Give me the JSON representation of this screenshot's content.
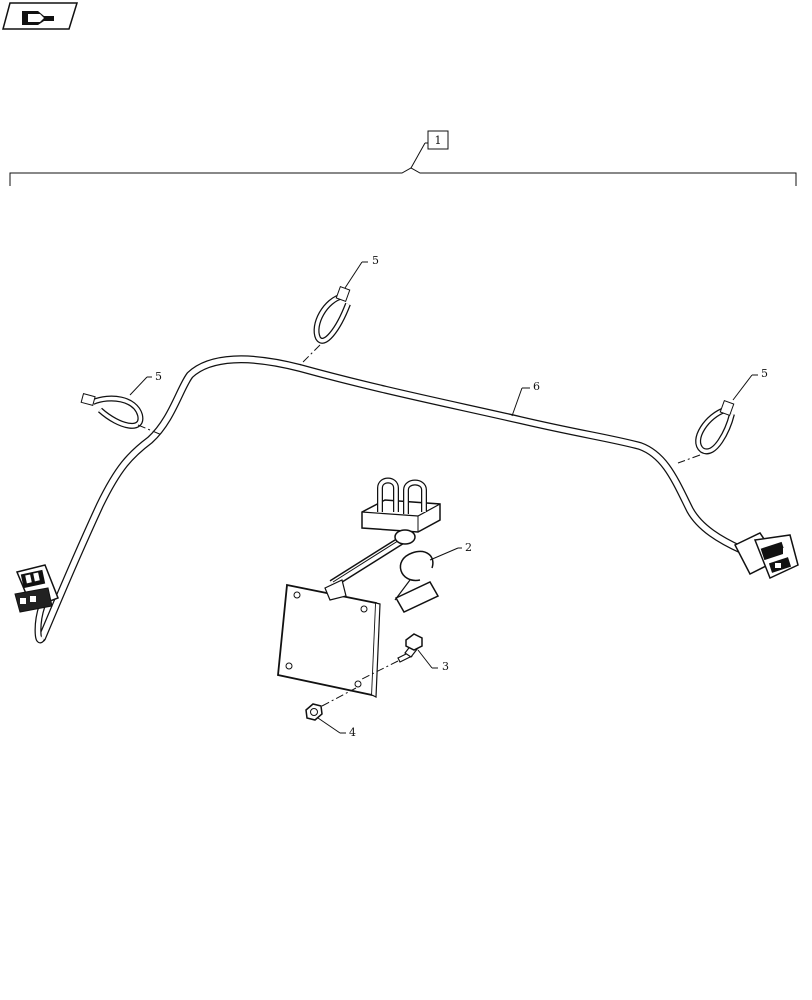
{
  "diagram": {
    "assembly_callout": "1",
    "callouts": [
      {
        "id": "tie-top",
        "label": "5"
      },
      {
        "id": "tie-left",
        "label": "5"
      },
      {
        "id": "tie-right",
        "label": "5"
      },
      {
        "id": "harness",
        "label": "6"
      },
      {
        "id": "bracket",
        "label": "2"
      },
      {
        "id": "bolt",
        "label": "3"
      },
      {
        "id": "nut",
        "label": "4"
      }
    ],
    "icons": {
      "corner_badge": "book-arrow-icon"
    }
  }
}
